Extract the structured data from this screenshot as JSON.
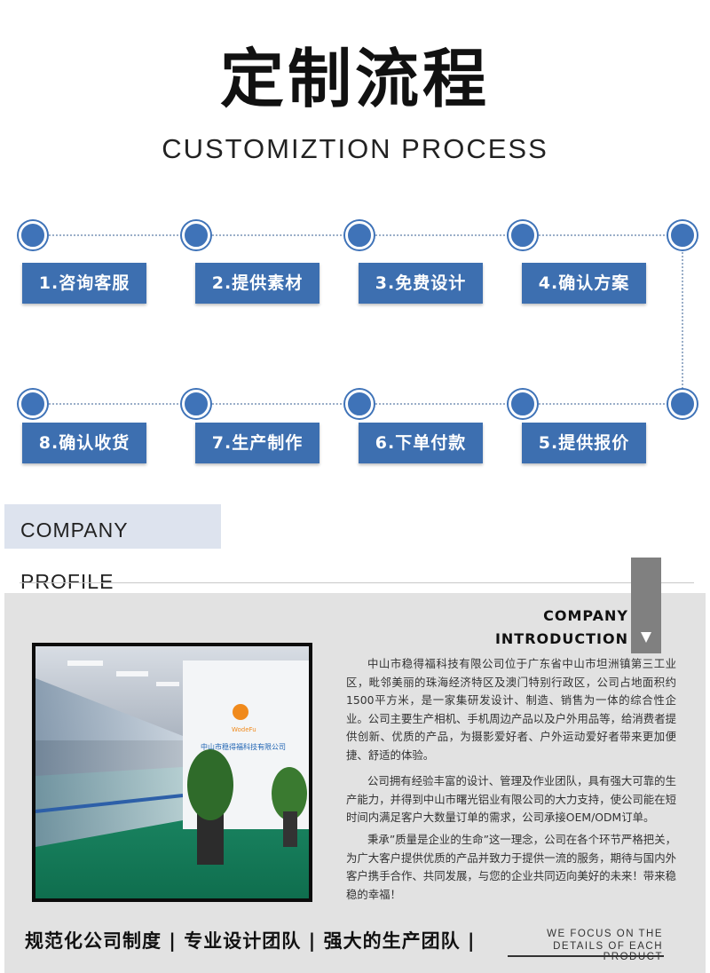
{
  "header": {
    "title_cn": "定制流程",
    "title_en": "CUSTOMIZTION PROCESS"
  },
  "process": {
    "steps": [
      "1.咨询客服",
      "2.提供素材",
      "3.免费设计",
      "4.确认方案",
      "5.提供报价",
      "6.下单付款",
      "7.生产制作",
      "8.确认收货"
    ]
  },
  "profile": {
    "tab_label": "COMPANY   PROFILE",
    "intro_line1": "COMPANY",
    "intro_line2": "INTRODUCTION",
    "paragraphs": [
      "中山市稳得福科技有限公司位于广东省中山市坦洲镇第三工业区，毗邻美丽的珠海经济特区及澳门特别行政区，公司占地面积约1500平方米，是一家集研发设计、制造、销售为一体的综合性企业。公司主要生产相机、手机周边产品以及户外用品等，给消费者提供创新、优质的产品，为摄影爱好者、户外运动爱好者带来更加便捷、舒适的体验。",
      "公司拥有经验丰富的设计、管理及作业团队，具有强大可靠的生产能力，并得到中山市曙光铝业有限公司的大力支持，使公司能在短时间内满足客户大数量订单的需求，公司承接OEM/ODM订单。",
      "秉承”质量是企业的生命”这一理念，公司在各个环节严格把关，为广大客户提供优质的产品并致力于提供一流的服务，期待与国内外客户携手合作、共同发展，与您的企业共同迈向美好的未来！带来稳稳的幸福！"
    ],
    "photo": {
      "logo_text": "WodeFu",
      "wall_text": "中山市稳得福科技有限公司"
    }
  },
  "footer": {
    "slogan": "规范化公司制度 | 专业设计团队 | 强大的生产团队 |",
    "focus_line1": "WE FOCUS ON THE",
    "focus_line2": "DETAILS OF EACH PRODUCT"
  },
  "colors": {
    "accent_blue": "#3d6fb0",
    "panel_gray": "#e2e2e2",
    "tab_bg": "#dde3ee"
  }
}
